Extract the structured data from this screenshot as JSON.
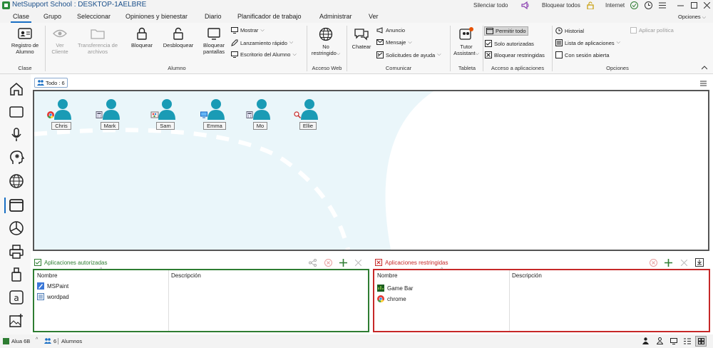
{
  "titlebar": {
    "title": "NetSupport School : DESKTOP-1AELBRE",
    "mute_all": "Silenciar todo",
    "lock_all": "Bloquear todos",
    "internet": "Internet",
    "options": "Opciones"
  },
  "menu": [
    "Clase",
    "Grupo",
    "Seleccionar",
    "Opiniones y bienestar",
    "Diario",
    "Planificador de trabajo",
    "Administrar",
    "Ver"
  ],
  "ribbon": {
    "register": "Registro de Alumno",
    "view_client": "Ver Cliente",
    "file_transfer": "Transferencia de archivos",
    "lock": "Bloquear",
    "unlock": "Desbloquear",
    "blank_screens": "Bloquear pantallas",
    "show": "Mostrar",
    "quick_launch": "Lanzamiento rápido",
    "student_desktop": "Escritorio del Alumno",
    "unrestricted": "No restringido",
    "chat": "Chatear",
    "announce": "Anuncio",
    "message": "Mensaje",
    "help_requests": "Solicitudes de ayuda",
    "tutor_assistant": "Tutor Assistant",
    "allow_all": "Permitir todo",
    "approved_only": "Solo autorizadas",
    "block_restricted": "Bloquear restringidas",
    "history": "Historial",
    "app_list": "Lista de aplicaciones",
    "with_session": "Con sesión abierta",
    "apply_policy": "Aplicar política",
    "groups": {
      "clase": "Clase",
      "alumno": "Alumno",
      "web": "Acceso Web",
      "comunicar": "Comunicar",
      "tableta": "Tableta",
      "apps": "Acceso a aplicaciones",
      "opciones": "Opciones"
    }
  },
  "view_tab": "Todo : 6",
  "students": [
    {
      "name": "Chris",
      "app": "chrome"
    },
    {
      "name": "Mark",
      "app": "calculator"
    },
    {
      "name": "Sam",
      "app": "paint"
    },
    {
      "name": "Emma",
      "app": "monitor"
    },
    {
      "name": "Mo",
      "app": "calculator"
    },
    {
      "name": "Ellie",
      "app": "search"
    }
  ],
  "approved": {
    "title": "Aplicaciones autorizadas",
    "col_name": "Nombre",
    "col_desc": "Descripción",
    "items": [
      {
        "name": "MSPaint"
      },
      {
        "name": "wordpad"
      }
    ]
  },
  "restricted": {
    "title": "Aplicaciones restringidas",
    "col_name": "Nombre",
    "col_desc": "Descripción",
    "items": [
      {
        "name": "Game Bar"
      },
      {
        "name": "chrome"
      }
    ]
  },
  "status": {
    "room": "Alua 6B",
    "count": "6",
    "students": "Alumnos"
  },
  "colors": {
    "accent": "#1a6fc4",
    "student": "#1a9bb5",
    "approved": "#2e7d32",
    "restricted": "#c62828"
  }
}
